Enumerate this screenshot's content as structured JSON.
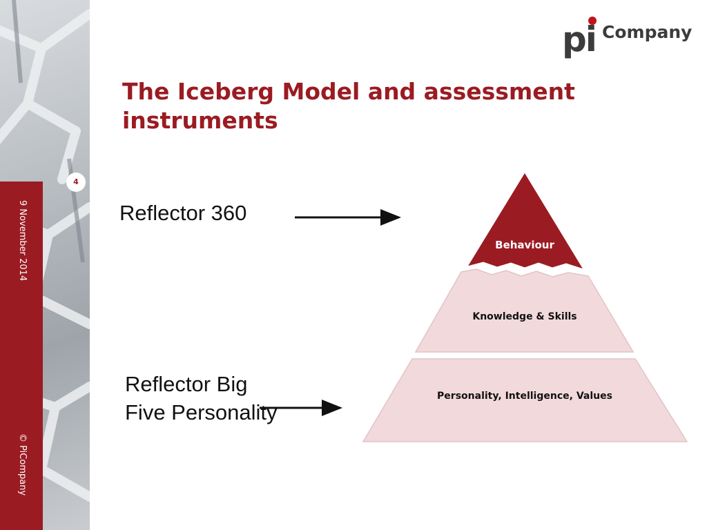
{
  "slide": {
    "title": "The Iceberg Model and assessment instruments",
    "page_number": "4",
    "date": "9 November 2014",
    "copyright": "© PiCompany"
  },
  "logo": {
    "pi": "pi",
    "company": "Company",
    "dot_color": "#c0141c"
  },
  "diagram": {
    "tiers": [
      {
        "label": "Behaviour",
        "fill": "#9b1b22"
      },
      {
        "label": "Knowledge & Skills",
        "fill": "#f2dadc"
      },
      {
        "label": "Personality, Intelligence, Values",
        "fill": "#f2dadc"
      }
    ],
    "instruments": [
      {
        "label": "Reflector 360",
        "points_to": "Behaviour"
      },
      {
        "label": "Reflector Big Five Personality",
        "points_to": "Personality, Intelligence, Values"
      }
    ]
  },
  "colors": {
    "brand_red": "#9b1b22",
    "light_tier": "#f2dadc"
  }
}
